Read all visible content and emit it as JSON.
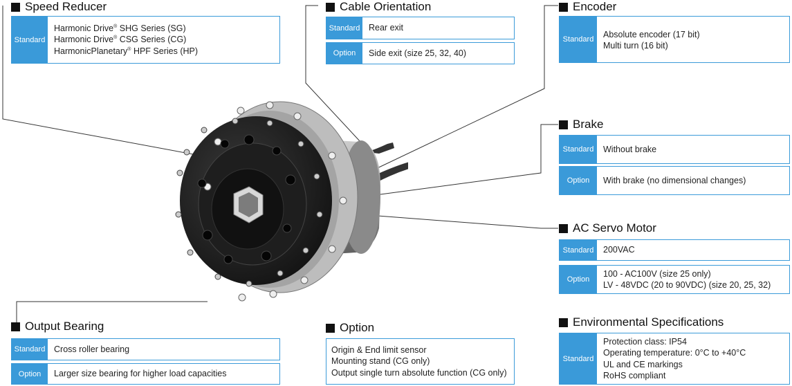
{
  "sections": {
    "speed_reducer": {
      "title": "Speed Reducer",
      "standard_tag": "Standard",
      "lines": [
        {
          "brand": "Harmonic Drive",
          "reg": "®",
          "rest": " SHG Series (SG)"
        },
        {
          "brand": "Harmonic Drive",
          "reg": "®",
          "rest": " CSG Series (CG)"
        },
        {
          "brand": "HarmonicPlanetary",
          "reg": "®",
          "rest": " HPF Series (HP)"
        }
      ]
    },
    "cable_orientation": {
      "title": "Cable Orientation",
      "standard_tag": "Standard",
      "standard_text": "Rear exit",
      "option_tag": "Option",
      "option_text": "Side exit (size 25, 32, 40)"
    },
    "encoder": {
      "title": "Encoder",
      "standard_tag": "Standard",
      "lines": [
        "Absolute encoder (17 bit)",
        "Multi turn (16 bit)"
      ]
    },
    "brake": {
      "title": "Brake",
      "standard_tag": "Standard",
      "standard_text": "Without brake",
      "option_tag": "Option",
      "option_text": "With brake (no dimensional changes)"
    },
    "ac_servo_motor": {
      "title": "AC Servo Motor",
      "standard_tag": "Standard",
      "standard_text": "200VAC",
      "option_tag": "Option",
      "option_lines": [
        "100 - AC100V (size 25 only)",
        "LV - 48VDC (20 to 90VDC) (size 20, 25, 32)"
      ]
    },
    "output_bearing": {
      "title": "Output Bearing",
      "standard_tag": "Standard",
      "standard_text": "Cross roller bearing",
      "option_tag": "Option",
      "option_text": "Larger size bearing for higher load capacities"
    },
    "option": {
      "title": "Option",
      "lines": [
        "Origin & End limit sensor",
        "Mounting stand (CG only)",
        "Output single turn absolute function (CG only)"
      ]
    },
    "environmental": {
      "title": "Environmental Specifications",
      "standard_tag": "Standard",
      "lines": [
        "Protection class: IP54",
        "Operating temperature: 0°C to +40°C",
        "UL and CE markings",
        "RoHS compliant"
      ]
    }
  },
  "colors": {
    "accent": "#3a9ad9",
    "heading_square": "#111111"
  }
}
